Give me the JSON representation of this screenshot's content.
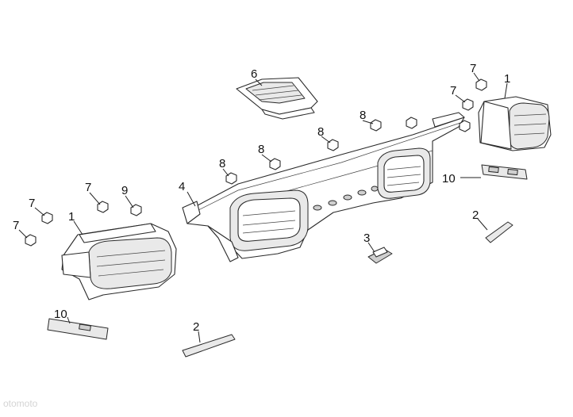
{
  "callouts": {
    "c1_right": "1",
    "c1_left": "1",
    "c2_right": "2",
    "c2_bottom": "2",
    "c3": "3",
    "c4": "4",
    "c6": "6",
    "c7_a": "7",
    "c7_b": "7",
    "c7_c": "7",
    "c7_d": "7",
    "c7_e": "7",
    "c8_a": "8",
    "c8_b": "8",
    "c8_c": "8",
    "c8_d": "8",
    "c9": "9",
    "c10_right": "10",
    "c10_left": "10"
  },
  "watermark": "otomoto"
}
